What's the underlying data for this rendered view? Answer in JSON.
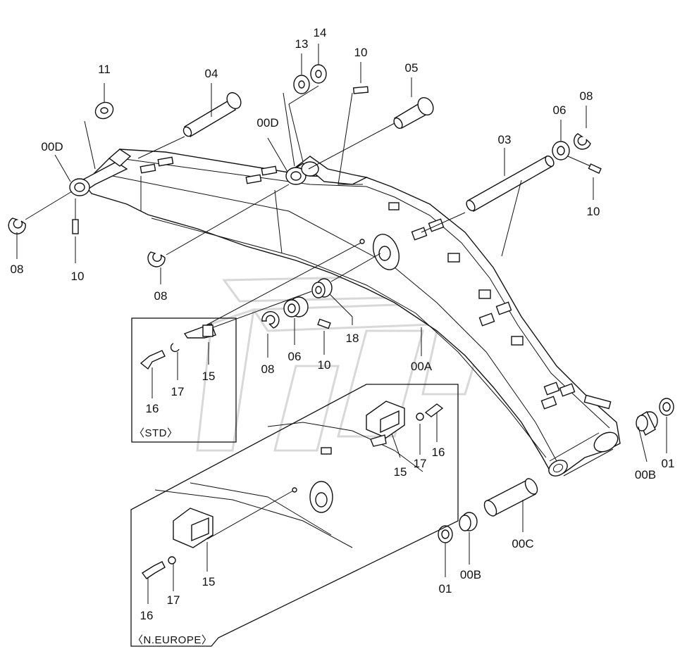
{
  "colors": {
    "line": "#111111",
    "background": "#ffffff",
    "watermark": "#d8d8d8"
  },
  "callouts": {
    "p11": "11",
    "p04": "04",
    "p13": "13",
    "p14": "14",
    "p10_top": "10",
    "p05": "05",
    "p06_right": "06",
    "p08_right": "08",
    "p00D_left": "00D",
    "p00D_mid": "00D",
    "p03": "03",
    "p08_left": "08",
    "p10_left": "10",
    "p08_mid": "08",
    "p10_right": "10",
    "p18": "18",
    "p08_center": "08",
    "p06_center": "06",
    "p10_center": "10",
    "p00A": "00A",
    "p15_std": "15",
    "p17_std": "17",
    "p16_std": "16",
    "p15_eu_upper": "15",
    "p17_eu_upper": "17",
    "p16_eu_upper": "16",
    "p15_eu_lower": "15",
    "p17_eu_lower": "17",
    "p16_eu_lower": "16",
    "p00B_right": "00B",
    "p01_right": "01",
    "p01_bottom": "01",
    "p00B_bottom": "00B",
    "p00C": "00C"
  },
  "insets": {
    "std": "〈STD〉",
    "n_europe": "〈N.EUROPE〉"
  }
}
